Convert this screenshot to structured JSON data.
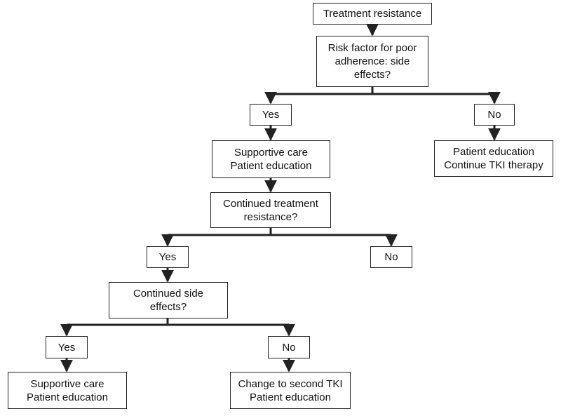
{
  "flowchart": {
    "colors": {
      "line": "#222222",
      "box_border": "#222222",
      "text": "#111111",
      "background": "#ffffff"
    },
    "nodes": {
      "treatment_resistance": "Treatment resistance",
      "risk_factor": "Risk factor for poor\nadherence: side\neffects?",
      "yes_1": "Yes",
      "no_1": "No",
      "supportive_1": "Supportive care\nPatient education",
      "patient_ed_continue": "Patient education\nContinue TKI therapy",
      "continued_resistance": "Continued treatment\nresistance?",
      "yes_2": "Yes",
      "no_2": "No",
      "continued_side_effects": "Continued side\neffects?",
      "yes_3": "Yes",
      "no_3": "No",
      "supportive_2": "Supportive care\nPatient education",
      "change_tki": "Change to second TKI\nPatient education"
    }
  }
}
